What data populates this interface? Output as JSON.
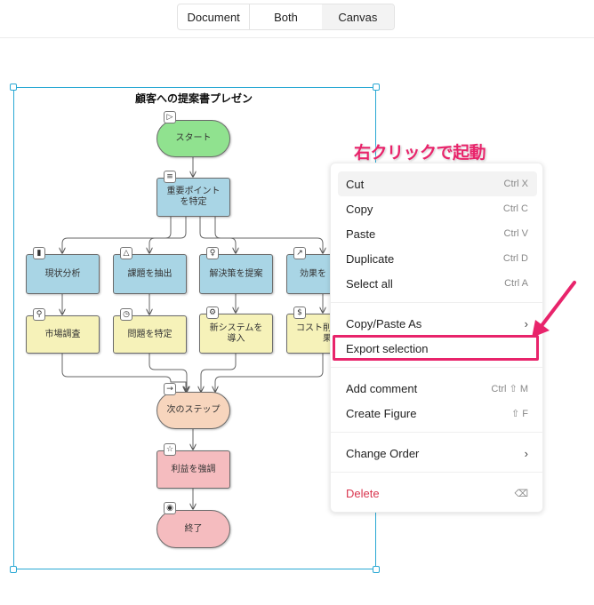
{
  "view_toggle": {
    "options": [
      "Document",
      "Both",
      "Canvas"
    ],
    "selected": "Canvas"
  },
  "diagram": {
    "title": "顧客への提案書プレゼン",
    "nodes": [
      {
        "id": "start",
        "label": "スタート",
        "icon": "play-icon",
        "glyph": "▷",
        "color": "#90e28f"
      },
      {
        "id": "key",
        "label": "重要ポイント\nを特定",
        "icon": "list-icon",
        "glyph": "≡",
        "color": "#a9d5e5"
      },
      {
        "id": "analysis",
        "label": "現状分析",
        "icon": "bar-chart-icon",
        "glyph": "▮",
        "color": "#a9d5e5"
      },
      {
        "id": "issues",
        "label": "課題を抽出",
        "icon": "warning-icon",
        "glyph": "△",
        "color": "#a9d5e5"
      },
      {
        "id": "solution",
        "label": "解決策を提案",
        "icon": "lightbulb-icon",
        "glyph": "♀",
        "color": "#a9d5e5"
      },
      {
        "id": "effect",
        "label": "効果を",
        "icon": "trend-icon",
        "glyph": "↗",
        "color": "#a9d5e5"
      },
      {
        "id": "market",
        "label": "市場調査",
        "icon": "search-icon",
        "glyph": "⚲",
        "color": "#f6f2b9"
      },
      {
        "id": "problem",
        "label": "問題を特定",
        "icon": "clock-icon",
        "glyph": "◷",
        "color": "#f6f2b9"
      },
      {
        "id": "system",
        "label": "新システムを\n導入",
        "icon": "gear-icon",
        "glyph": "⚙",
        "color": "#f6f2b9"
      },
      {
        "id": "cost",
        "label": "コスト削\n果",
        "icon": "dollar-icon",
        "glyph": "$",
        "color": "#f6f2b9"
      },
      {
        "id": "next",
        "label": "次のステップ",
        "icon": "arrow-right-icon",
        "glyph": "→",
        "color": "#f7d5bd"
      },
      {
        "id": "benefit",
        "label": "利益を強調",
        "icon": "star-icon",
        "glyph": "☆",
        "color": "#f5bcbf"
      },
      {
        "id": "end",
        "label": "終了",
        "icon": "target-icon",
        "glyph": "◉",
        "color": "#f5bcbf"
      }
    ]
  },
  "annotation": {
    "text": "右クリックで起動",
    "color": "#e8246b"
  },
  "context_menu": {
    "groups": [
      [
        {
          "label": "Cut",
          "shortcut": "Ctrl X"
        },
        {
          "label": "Copy",
          "shortcut": "Ctrl C"
        },
        {
          "label": "Paste",
          "shortcut": "Ctrl V"
        },
        {
          "label": "Duplicate",
          "shortcut": "Ctrl D"
        },
        {
          "label": "Select all",
          "shortcut": "Ctrl A"
        }
      ],
      [
        {
          "label": "Copy/Paste As",
          "submenu": "›"
        },
        {
          "label": "Export selection"
        }
      ],
      [
        {
          "label": "Add comment",
          "shortcut": "Ctrl ⇧ M"
        },
        {
          "label": "Create Figure",
          "shortcut": "⇧ F"
        }
      ],
      [
        {
          "label": "Change Order",
          "submenu": "›"
        }
      ],
      [
        {
          "label": "Delete",
          "shortcut": "⌫"
        }
      ]
    ],
    "hovered_item": "Cut",
    "highlighted_item": "Export selection"
  }
}
